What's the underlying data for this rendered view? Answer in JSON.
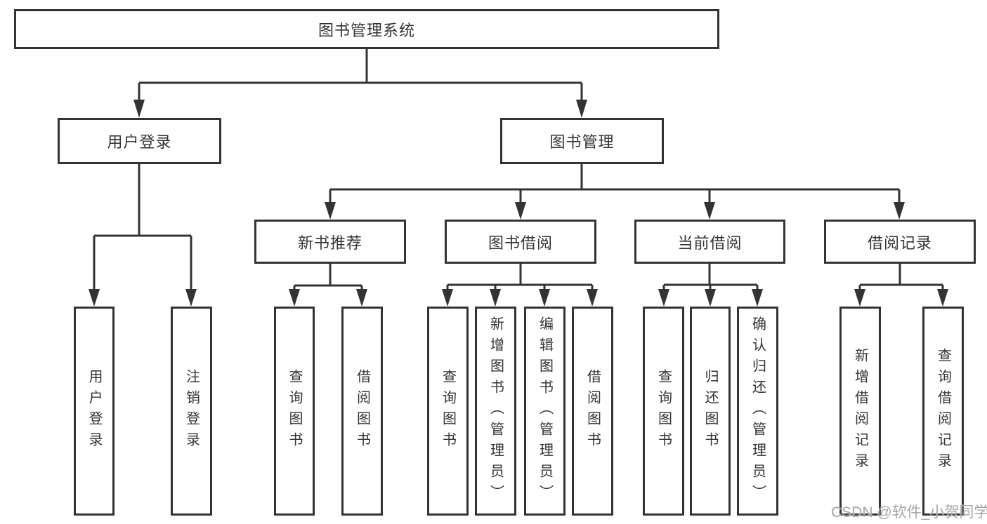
{
  "diagram": {
    "title": "图书管理系统",
    "nodes": {
      "root": "图书管理系统",
      "user_login": "用户登录",
      "book_mgmt": "图书管理",
      "new_book_rec": "新书推荐",
      "book_borrow": "图书借阅",
      "current_borrow": "当前借阅",
      "borrow_records": "借阅记录",
      "leaf_user_login": "用户登录",
      "leaf_logout": "注销登录",
      "rec_query_book": "查询图书",
      "rec_borrow_book": "借阅图书",
      "bb_query_book": "查询图书",
      "bb_add_book": "新增图书（管理员）",
      "bb_edit_book": "编辑图书（管理员）",
      "bb_borrow_book": "借阅图书",
      "cb_query_book": "查询图书",
      "cb_return_book": "归还图书",
      "cb_confirm_return": "确认归还（管理员）",
      "br_add_record": "新增借阅记录",
      "br_query_record": "查询借阅记录"
    },
    "colors": {
      "line": "#333333",
      "text": "#333333",
      "background": "#ffffff",
      "watermark": "#a6a6a6"
    }
  },
  "watermark": {
    "text": "CSDN @软件_小贺同学"
  }
}
